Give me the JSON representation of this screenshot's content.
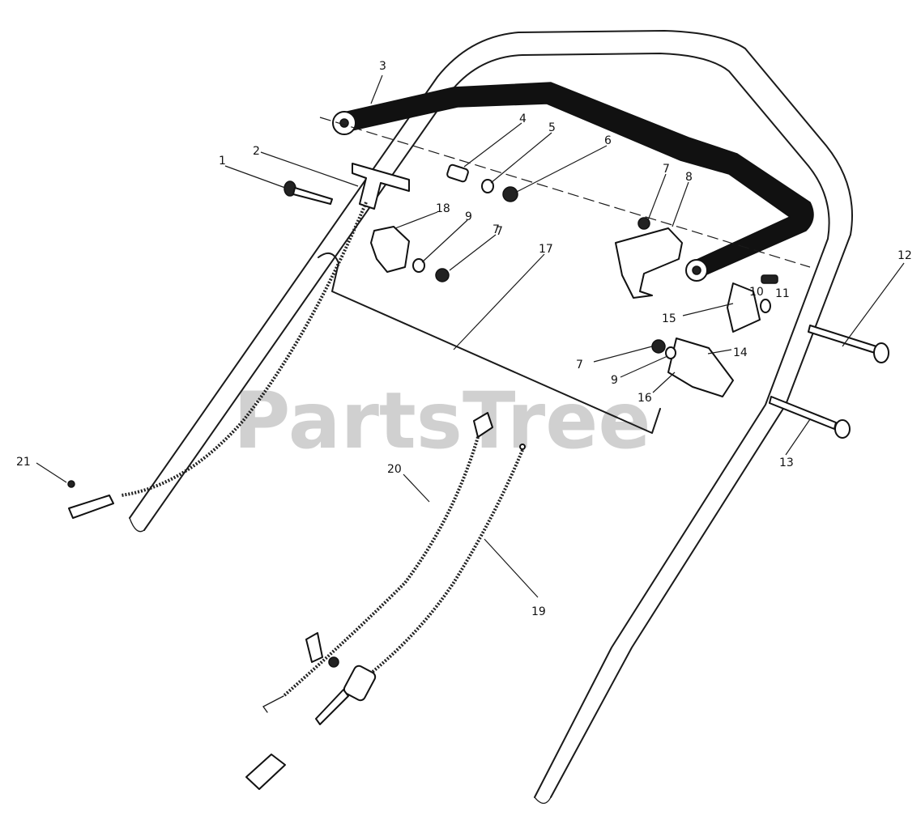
{
  "watermark": "PartsTree",
  "callouts": [
    "1",
    "2",
    "3",
    "4",
    "5",
    "6",
    "7",
    "8",
    "7",
    "9",
    "18",
    "7",
    "17",
    "10",
    "11",
    "12",
    "15",
    "14",
    "7",
    "9",
    "16",
    "13",
    "20",
    "21",
    "19"
  ]
}
